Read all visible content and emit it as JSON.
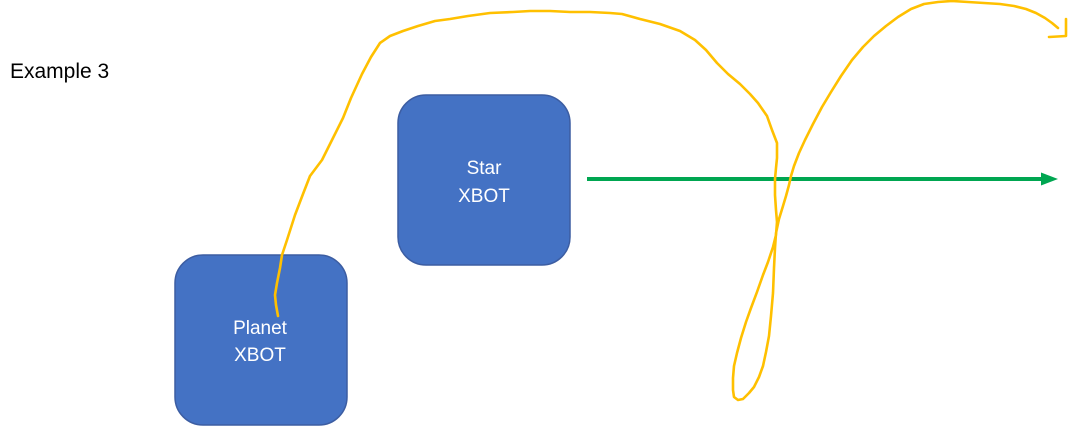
{
  "title": "Example 3",
  "nodes": {
    "star": {
      "line1": "Star",
      "line2": "XBOT"
    },
    "planet": {
      "line1": "Planet",
      "line2": "XBOT"
    }
  },
  "colors": {
    "background": "#FFFFFF",
    "node_fill": "#4472C4",
    "node_stroke": "#3C5DA2",
    "node_text": "#FFFFFF",
    "title_text": "#000000",
    "freehand_arrow": "#FFC000",
    "straight_arrow": "#00A651"
  },
  "icons": {
    "freehand_arrowhead": "hand-drawn corner arrowhead pointing down-right",
    "straight_arrowhead": "solid triangle pointing right"
  }
}
